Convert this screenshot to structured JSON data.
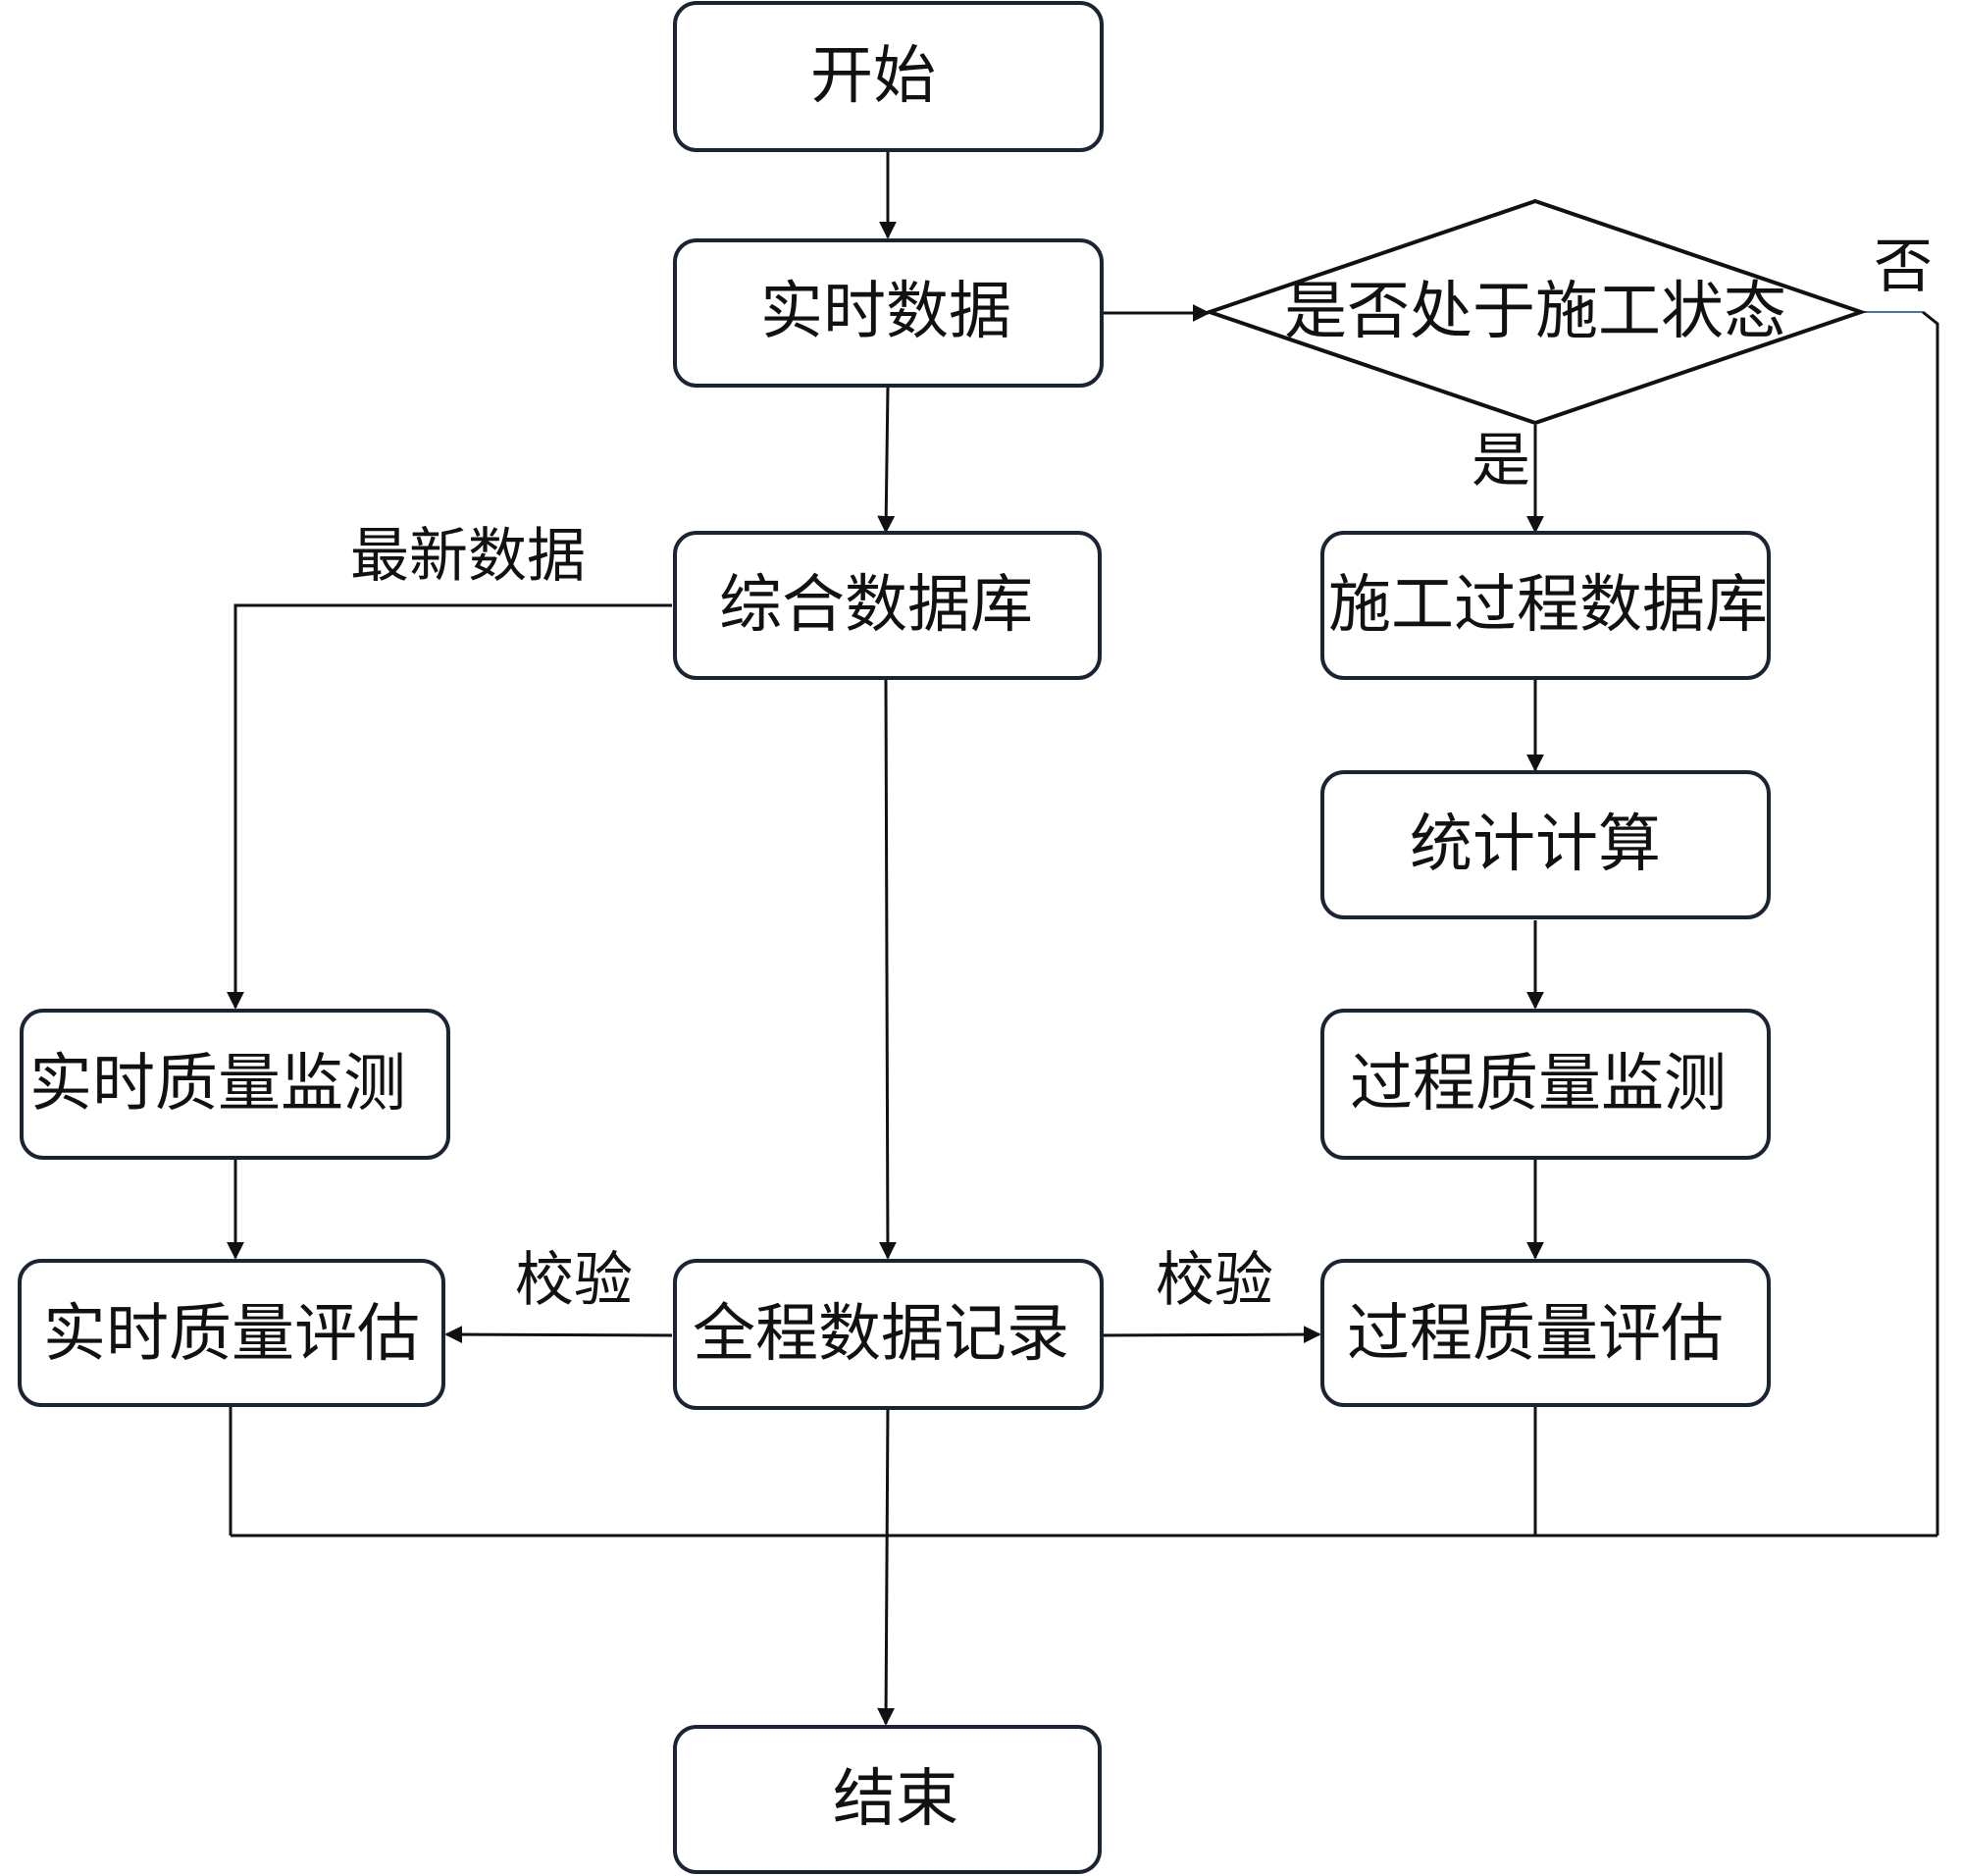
{
  "nodes": {
    "start": "开始",
    "realtime_data": "实时数据",
    "decision": "是否处于施工状态",
    "integrated_db": "综合数据库",
    "construction_db": "施工过程数据库",
    "stat_calc": "统计计算",
    "rt_monitor": "实时质量监测",
    "proc_monitor": "过程质量监测",
    "rt_eval": "实时质量评估",
    "full_record": "全程数据记录",
    "proc_eval": "过程质量评估",
    "end": "结束"
  },
  "edge_labels": {
    "no": "否",
    "yes": "是",
    "latest_data": "最新数据",
    "verify_left": "校验",
    "verify_right": "校验"
  },
  "colors": {
    "box_stroke": "#1a2433",
    "line": "#111111",
    "no_branch_stub": "#4a6fb5"
  }
}
